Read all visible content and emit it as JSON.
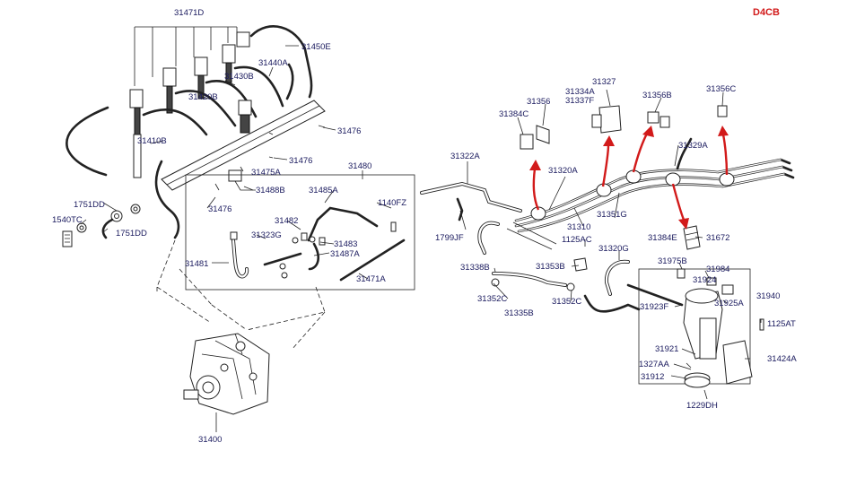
{
  "diagram": {
    "code": "D4CB",
    "part_labels": [
      "31471D",
      "31450E",
      "31440A",
      "31430B",
      "31420B",
      "31476",
      "31476",
      "31410B",
      "31475A",
      "31488B",
      "31476",
      "31480",
      "31485A",
      "1140FZ",
      "31482",
      "31323G",
      "31483",
      "31487A",
      "31481",
      "31471A",
      "1751DD",
      "1540TC",
      "1751DD",
      "31400",
      "31356",
      "31384C",
      "31327",
      "31334A",
      "31337F",
      "31356B",
      "31356C",
      "31322A",
      "31320A",
      "31329A",
      "31310",
      "31351G",
      "1799JF",
      "1125AC",
      "31320G",
      "31384E",
      "31672",
      "31338B",
      "31353B",
      "31975B",
      "31984",
      "31924",
      "31352C",
      "31352C",
      "31335B",
      "31940",
      "31923F",
      "31925A",
      "1125AT",
      "31921",
      "1327AA",
      "31912",
      "31424A",
      "1229DH"
    ]
  }
}
